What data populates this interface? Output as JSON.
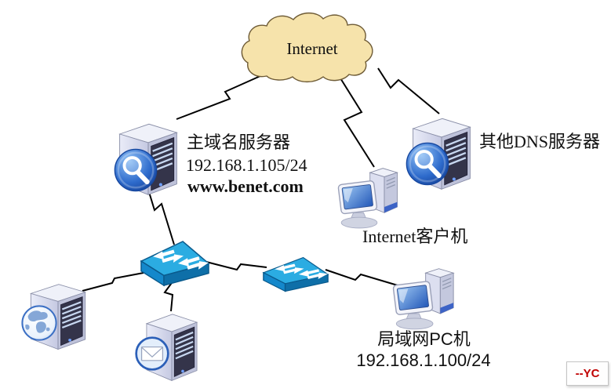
{
  "diagram": {
    "cloud_label": "Internet",
    "primary_dns": {
      "name_label": "主域名服务器",
      "ip_label": "192.168.1.105/24",
      "domain_label": "www.benet.com"
    },
    "other_dns": {
      "name_label": "其他DNS服务器"
    },
    "internet_client": {
      "name_label": "Internet客户机"
    },
    "lan_pc": {
      "name_label": "局域网PC机",
      "ip_label": "192.168.1.100/24"
    },
    "watermark_label": "--YC",
    "colors": {
      "cloud_fill": "#F6E3AB",
      "cloud_stroke": "#6E5B36",
      "switch_top": "#2BACE2",
      "switch_front": "#1488CB",
      "switch_side": "#0E6FA8",
      "magnifier_blue": "#2E6BCC",
      "link_line": "#000000",
      "watermark_text": "#C00000"
    }
  }
}
